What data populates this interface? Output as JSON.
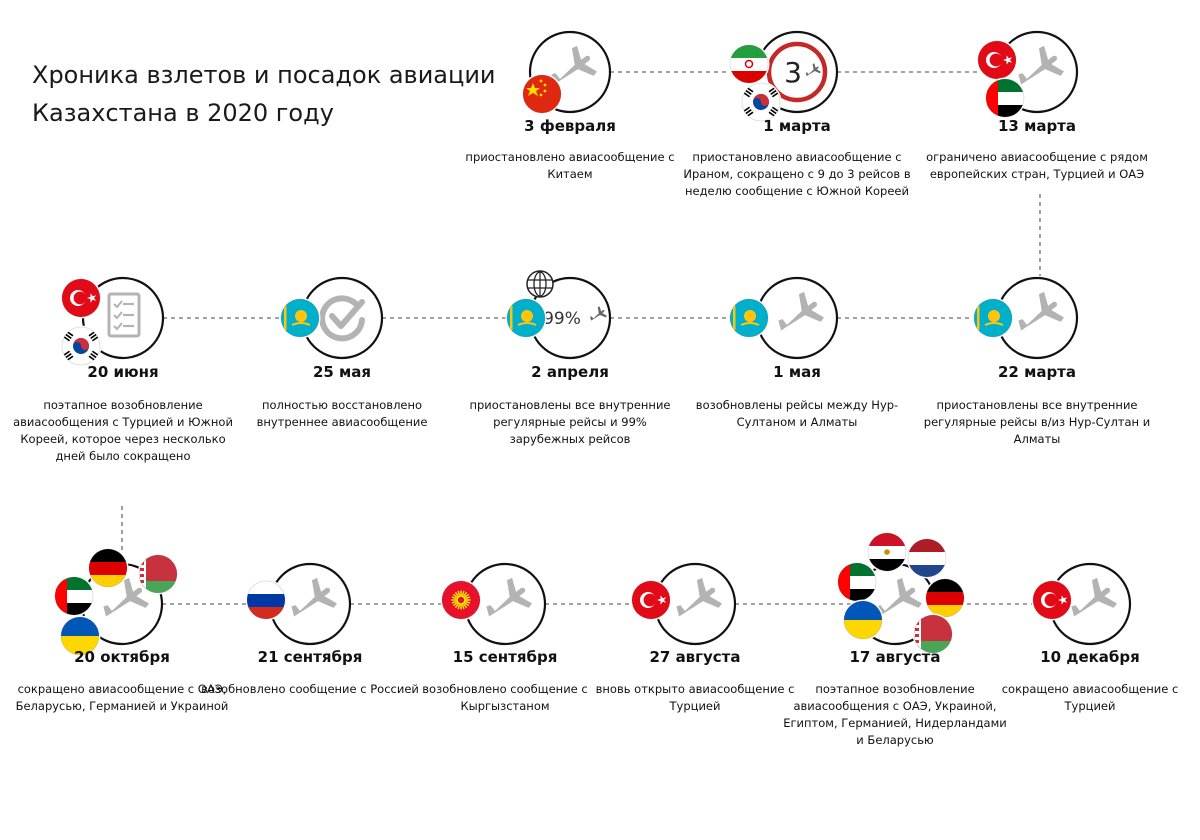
{
  "title": {
    "line1": "Хроника взлетов и посадок авиации",
    "line2": "Казахстана в 2020 году"
  },
  "colors": {
    "ink": "#111111",
    "plane": "#b3b3b3",
    "connector": "#6b6b6b"
  },
  "events": [
    {
      "id": "feb3",
      "date": "3 февраля",
      "description": "приостановлено авиасообщение с Китаем",
      "flags": [
        "china"
      ],
      "icon": "plane-icon"
    },
    {
      "id": "mar1",
      "date": "1 марта",
      "description": "приостановлено авиасообщение с Ираном, сокращено с 9 до 3 рейсов в неделю сообщение с Южной Кореей",
      "flags": [
        "iran",
        "south-korea"
      ],
      "icon": "limit-3-sign-icon",
      "badge": "3"
    },
    {
      "id": "mar13",
      "date": "13 марта",
      "description": "ограничено авиасообщение с рядом европейских стран, Турцией и ОАЭ",
      "flags": [
        "turkey",
        "uae"
      ],
      "icon": "plane-icon"
    },
    {
      "id": "mar22",
      "date": "22 марта",
      "description": "приостановлены все внутренние регулярные рейсы в/из Нур-Султан и Алматы",
      "flags": [
        "kazakhstan"
      ],
      "icon": "plane-icon"
    },
    {
      "id": "may1",
      "date": "1 мая",
      "description": "возобновлены рейсы между Нур-Султаном и Алматы",
      "flags": [
        "kazakhstan"
      ],
      "icon": "plane-icon"
    },
    {
      "id": "apr2",
      "date": "2 апреля",
      "description": "приостановлены все внутренние регулярные рейсы и 99% зарубежных рейсов",
      "flags": [
        "kazakhstan"
      ],
      "icon": "globe-icon",
      "badge": "99%"
    },
    {
      "id": "may25",
      "date": "25 мая",
      "description": "полностью восстановлено внутреннее авиасообщение",
      "flags": [
        "kazakhstan"
      ],
      "icon": "check-icon"
    },
    {
      "id": "jun20",
      "date": "20 июня",
      "description": "поэтапное возобновление авиасообщения с Турцией и Южной Кореей, которое через несколько дней было сокращено",
      "flags": [
        "turkey",
        "south-korea"
      ],
      "icon": "checklist-icon"
    },
    {
      "id": "oct20",
      "date": "20 октября",
      "description": "сокращено авиасообщение с ОАЭ, Беларусью, Германией и Украиной",
      "flags": [
        "germany",
        "belarus",
        "uae",
        "ukraine"
      ],
      "icon": "plane-icon"
    },
    {
      "id": "sep21",
      "date": "21 сентября",
      "description": "возобновлено сообщение с Россией",
      "flags": [
        "russia"
      ],
      "icon": "plane-icon"
    },
    {
      "id": "sep15",
      "date": "15 сентября",
      "description": "возобновлено сообщение с Кыргызстаном",
      "flags": [
        "kyrgyzstan"
      ],
      "icon": "plane-icon"
    },
    {
      "id": "aug27",
      "date": "27 августа",
      "description": "вновь открыто авиасообщение с Турцией",
      "flags": [
        "turkey"
      ],
      "icon": "plane-icon"
    },
    {
      "id": "aug17",
      "date": "17 августа",
      "description": "поэтапное возобновление авиасообщения с ОАЭ, Украиной, Египтом, Германией, Нидерландами и Беларусью",
      "flags": [
        "egypt",
        "netherlands",
        "uae",
        "germany",
        "ukraine",
        "belarus"
      ],
      "icon": "plane-icon"
    },
    {
      "id": "dec10",
      "date": "10 декабря",
      "description": "сокращено авиасообщение с Турцией",
      "flags": [
        "turkey"
      ],
      "icon": "plane-icon"
    }
  ]
}
